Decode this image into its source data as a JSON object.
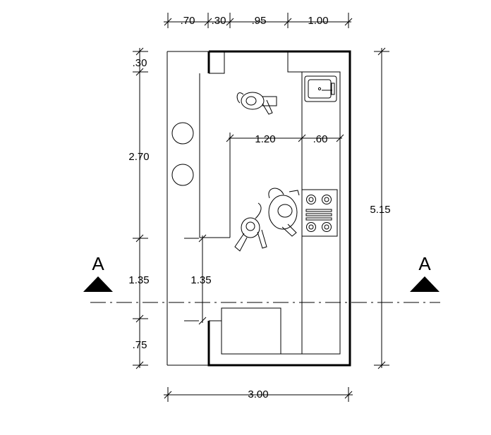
{
  "dimensions": {
    "top": [
      ".70",
      ".30",
      ".95",
      "1.00"
    ],
    "left": [
      ".30",
      "2.70",
      "1.35",
      ".75"
    ],
    "right": "5.15",
    "bottom": "3.00",
    "inner_counter_width": "1.20",
    "inner_counter_depth": ".60",
    "inner_vertical": "1.35"
  },
  "section_markers": {
    "left": "A",
    "right": "A"
  }
}
